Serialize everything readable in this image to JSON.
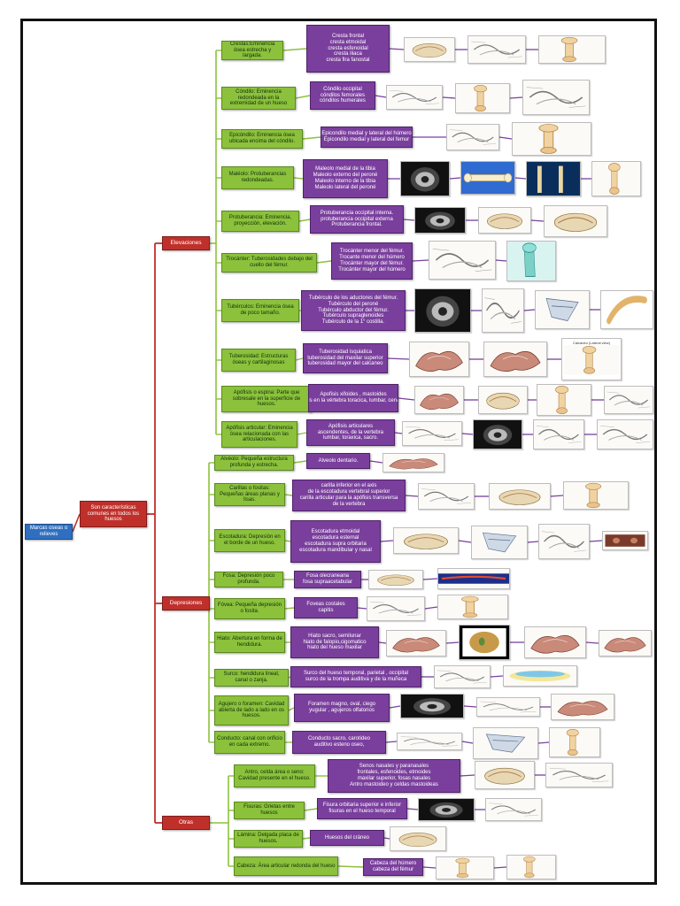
{
  "root": {
    "label": "Marcas oseas o relieves"
  },
  "common": {
    "label": "Son características comunes en todos los huesos"
  },
  "categories": {
    "elevaciones": "Elevaciones",
    "depresiones": "Depresiones",
    "otras": "Otras"
  },
  "items": [
    {
      "title": "Crestas:Eminencia ósea estrecha y largada.",
      "examples": [
        "Cresta frontal",
        "cresta etmoidal",
        "cresta esfenoidal",
        "cresta iliaca",
        "cresta fira fanostal"
      ]
    },
    {
      "title": "Cóndilo: Eminencia redondeada en la extremidad de un hueso",
      "examples": [
        "Cóndilo occipital",
        "cóndilos femorales",
        "cóndilos humerales"
      ]
    },
    {
      "title": "Epicóndilo: Eminencia ósea ubicada encima del cóndilo.",
      "examples": [
        "Epicondilo medial y lateral del húmero",
        "Epicondilo medial y lateral del femur"
      ]
    },
    {
      "title": "Maléolo: Protuberancias redondeadas.",
      "examples": [
        "Maleolo medial de la tibia",
        "Maleolo externo del peroné",
        "Maleolo  interno de la tibia",
        "Maleolo  lateral del peroné"
      ]
    },
    {
      "title": "Protuberancia: Eminencia, proyección, elevación.",
      "examples": [
        "Protuberancia occipital interna.",
        "protuberancia occipital externa",
        "Protuberancia frontal."
      ]
    },
    {
      "title": "Trocánter: Tuberosidades debajo del cuello del fémur.",
      "examples": [
        "Trocánter menor del fémur.",
        "Trocante menor del húmero",
        "Trocánter mayor del fémur.",
        "Trocánter mayor del húmero"
      ]
    },
    {
      "title": "Tubérculos: Eminencia ósea de poco tamaño.",
      "examples": [
        "Tubérculo de los aductores del fémur.",
        "Tubérculo del peroné",
        "Tubérculo abductor  del fémur.",
        "Tubérculo supraglenoides",
        "Tubérculo de la 1° costilla."
      ]
    },
    {
      "title": "Tuberosidad: Estructuras óseas y cartilaginosas",
      "examples": [
        "Tuberosidad isquiatica",
        "tuberosidad del maxilar superior",
        "tuberosidad mayor del calcaneo"
      ]
    },
    {
      "title": "Apófisis o espina:  Parte que sobresale en la superficie de huesos.",
      "examples": [
        "Apofisis xifoides , mastoides",
        "Apófifis en la vértebra toracica, lumbar, cervicales"
      ]
    },
    {
      "title": "Apófisis articular: Eminencia ósea relacionada con las articulaciones.",
      "examples": [
        "Apófisis articulares",
        "ascendentes, de la vertebra",
        "lumbar, toraxica, sacro."
      ]
    },
    {
      "title": "Alvéolo:  Pequeña estructura profunda y estrecha.",
      "examples": [
        "Alveolo dentario."
      ]
    },
    {
      "title": "Carillas o fositas: Pequeñas áreas planas y lisas.",
      "examples": [
        "carilla inferior en el axis",
        "de la escotadura vertebral superior",
        "carilla articular para la apófisis transversa",
        "de la vertebra"
      ]
    },
    {
      "title": "Escotadura: Depresión en el borde de un hueso.",
      "examples": [
        "Escotadura etmoidal",
        "escotadura esternal",
        "escotadura supra  orbitaria",
        "escotadura mandibular y nasal"
      ]
    },
    {
      "title": "Fosa: Depresión poco profunda.",
      "examples": [
        "Fosa olecraneana",
        "fosa supraacetabular"
      ]
    },
    {
      "title": "Fóvea: Pequeña depresión o fosita.",
      "examples": [
        "Foveas costales",
        "capitis"
      ]
    },
    {
      "title": "Hiato: Abertura en forma de hendidura.",
      "examples": [
        "Hiato sacro, semilunar",
        "hiato de falopio,cigomatico",
        "hiato del hueso maxilar"
      ]
    },
    {
      "title": "Surco: hendidura lineal, canal o zanja.",
      "examples": [
        "Surco del hueso temporal, parietal , occipital",
        "surco de la trompa auditiva y de la muñeca"
      ]
    },
    {
      "title": "Agujero o foramen: Cavidad abierta de lado a lado en os huesos.",
      "examples": [
        "Foramen magno, oval, ciego",
        "yugular , agujeros olfatorios"
      ]
    },
    {
      "title": "Conducto: canal con orificio en cada extremo.",
      "examples": [
        "Conducto sacro, carotideo",
        "auditivo esteno oseo,"
      ]
    },
    {
      "title": "Antro, celda área o seno: Cavidad presente en el hueso.",
      "examples": [
        "Senos nasales y paranasales",
        "frontales, esfenoides, etmoides",
        "maxilar superior, fosas nasales",
        "Antro mastoideo y celdas mastoideas"
      ]
    },
    {
      "title": "Fisuras: Grietas entre huesos",
      "examples": [
        "Fisura orbitaria superior e inferior",
        "fisuras en el hueso temporal"
      ]
    },
    {
      "title": "Lámina: Delgada placa de huesos.",
      "examples": [
        "Huesos  del cráneo"
      ]
    },
    {
      "title": "Cabeza:  Área articular redonda del hueso",
      "examples": [
        "Cabeza del húmero",
        "cabeza del fémur"
      ]
    }
  ],
  "image_cards": [
    {
      "caption": "Calcaneo (Lateral view)"
    }
  ],
  "colors": {
    "root": "#2f6fc0",
    "category": "#c0302b",
    "subtopic": "#8cc13c",
    "example": "#7a3f9d",
    "line_red": "#c0302b",
    "line_green": "#8cc13c",
    "line_purple": "#7a3f9d"
  }
}
